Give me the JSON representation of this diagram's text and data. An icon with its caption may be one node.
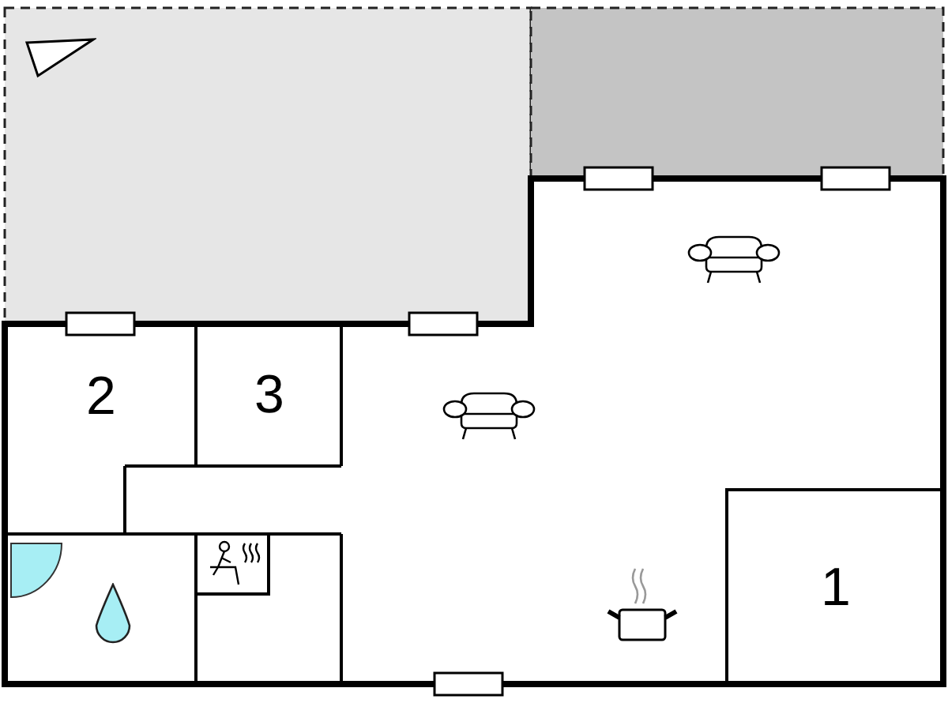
{
  "diagram": {
    "nodes": [
      {
        "text": [
          "2"
        ]
      },
      {
        "text": [
          "3"
        ]
      },
      {
        "text": [
          "1"
        ]
      }
    ],
    "edges": []
  }
}
